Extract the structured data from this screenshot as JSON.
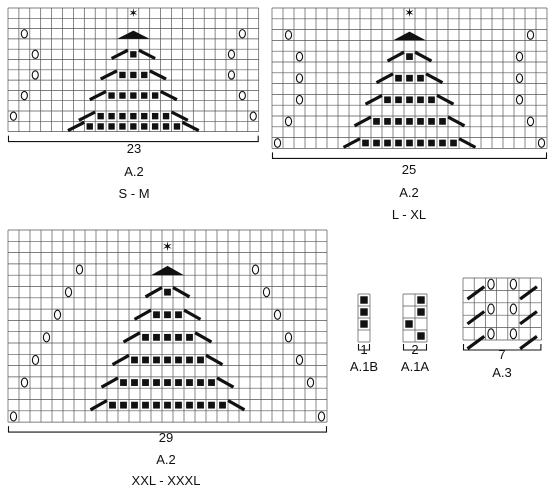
{
  "charts": {
    "c23": {
      "width_label": "23",
      "name": "A.2",
      "size": "S - M"
    },
    "c25": {
      "width_label": "25",
      "name": "A.2",
      "size": "L - XL"
    },
    "c29": {
      "width_label": "29",
      "name": "A.2",
      "size": "XXL - XXXL"
    },
    "a1b": {
      "width_label": "1",
      "name": "A.1B"
    },
    "a1a": {
      "width_label": "2",
      "name": "A.1A"
    },
    "a3": {
      "width_label": "7",
      "name": "A.3"
    }
  },
  "symbols": {
    "star": "star-icon",
    "treetop": "tree-top-triangle-icon",
    "bobble": "oval-bobble-icon",
    "filled": "filled-square-icon",
    "diagonal": "diagonal-line-icon"
  },
  "colors": {
    "grid": "#555555",
    "ink": "#111111",
    "background": "#ffffff"
  }
}
